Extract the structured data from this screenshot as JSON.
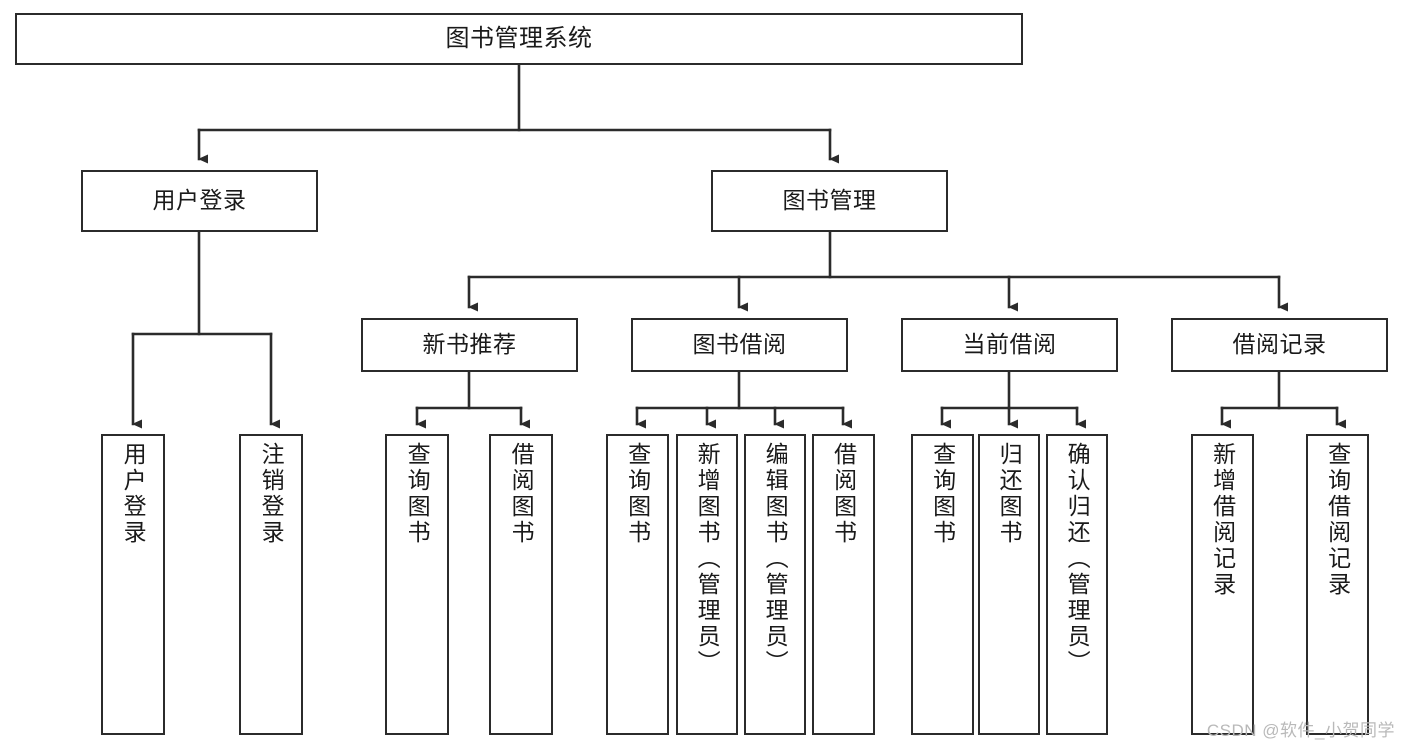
{
  "diagram": {
    "title": "图书管理系统",
    "type": "tree-hierarchy",
    "style": {
      "box_border_color": "#2b2b2b",
      "box_fill_color": "#ffffff",
      "edge_color": "#2b2b2b",
      "text_color": "#1a1a1a",
      "background_color": "#ffffff",
      "watermark_color": "#b9b9b9"
    },
    "watermark": "CSDN @软件_小贺同学",
    "nodes": {
      "root": {
        "label": "图书管理系统"
      },
      "level2": [
        {
          "id": "user-login",
          "label": "用户登录"
        },
        {
          "id": "book-manage",
          "label": "图书管理"
        }
      ],
      "level3": [
        {
          "id": "new-book-recommend",
          "label": "新书推荐"
        },
        {
          "id": "book-borrow",
          "label": "图书借阅"
        },
        {
          "id": "current-borrow",
          "label": "当前借阅"
        },
        {
          "id": "borrow-record",
          "label": "借阅记录"
        }
      ],
      "leaves": {
        "user-login": [
          {
            "id": "leaf-user-login",
            "label": "用户登录"
          },
          {
            "id": "leaf-user-logout",
            "label": "注销登录"
          }
        ],
        "new-book-recommend": [
          {
            "id": "leaf-query-book-1",
            "label": "查询图书"
          },
          {
            "id": "leaf-borrow-book-1",
            "label": "借阅图书"
          }
        ],
        "book-borrow": [
          {
            "id": "leaf-query-book-2",
            "label": "查询图书"
          },
          {
            "id": "leaf-add-book",
            "label": "新增图书（管理员）"
          },
          {
            "id": "leaf-edit-book",
            "label": "编辑图书（管理员）"
          },
          {
            "id": "leaf-borrow-book-2",
            "label": "借阅图书"
          }
        ],
        "current-borrow": [
          {
            "id": "leaf-query-book-3",
            "label": "查询图书"
          },
          {
            "id": "leaf-return-book",
            "label": "归还图书"
          },
          {
            "id": "leaf-confirm-return",
            "label": "确认归还（管理员）"
          }
        ],
        "borrow-record": [
          {
            "id": "leaf-add-record",
            "label": "新增借阅记录"
          },
          {
            "id": "leaf-query-record",
            "label": "查询借阅记录"
          }
        ]
      }
    }
  }
}
